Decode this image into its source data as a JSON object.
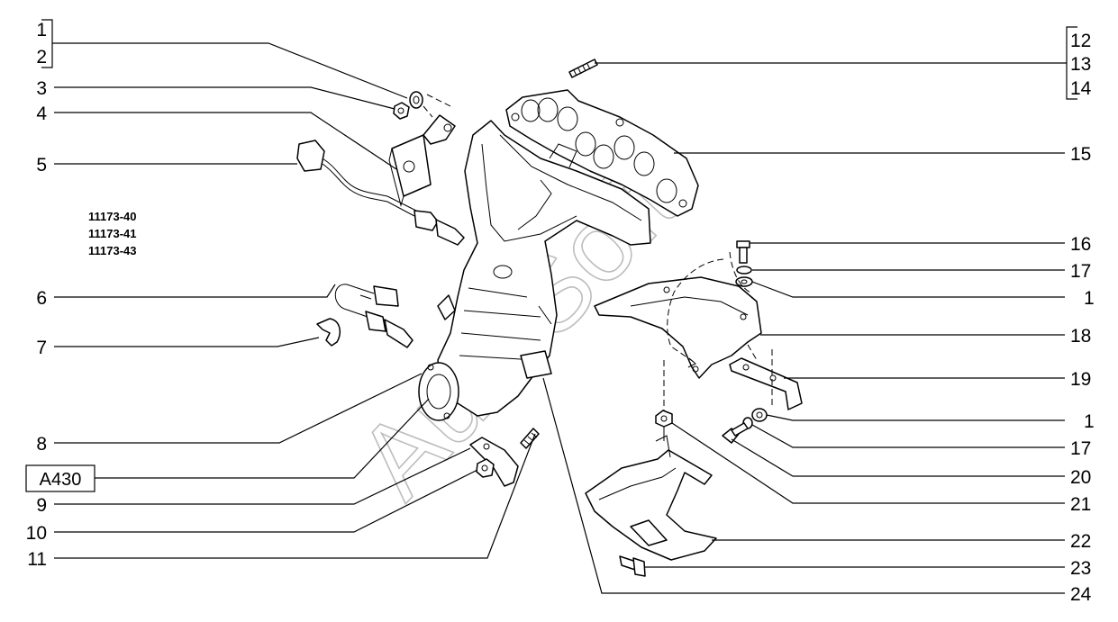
{
  "model_codes": [
    "11173-40",
    "11173-41",
    "11173-43"
  ],
  "box_label": "A430",
  "watermark": "AutoSoft",
  "left_callouts": {
    "c1": "1",
    "c2": "2",
    "c3": "3",
    "c4": "4",
    "c5": "5",
    "c6": "6",
    "c7": "7",
    "c8": "8",
    "c9": "9",
    "c10": "10",
    "c11": "11"
  },
  "right_callouts": {
    "c12": "12",
    "c13": "13",
    "c14": "14",
    "c15": "15",
    "c16": "16",
    "c17a": "17",
    "c1a": "1",
    "c18": "18",
    "c19": "19",
    "c1b": "1",
    "c17b": "17",
    "c20": "20",
    "c21": "21",
    "c22": "22",
    "c23": "23",
    "c24": "24"
  }
}
